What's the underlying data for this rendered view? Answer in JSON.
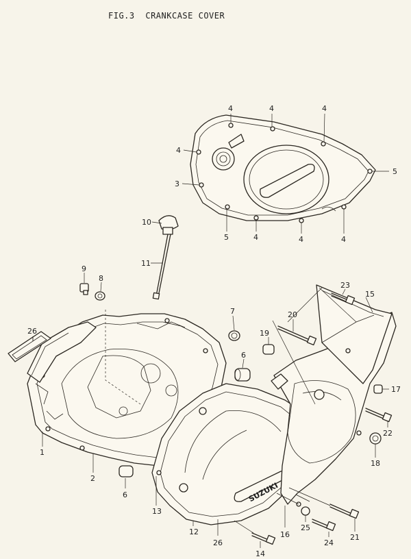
{
  "title": {
    "figure": "FIG.3",
    "name": "CRANKCASE COVER"
  },
  "callouts": {
    "c4a": "4",
    "c4b": "4",
    "c4c": "4",
    "c4d": "4",
    "c4e": "4",
    "c4f": "4",
    "c4g": "4",
    "c5a": "5",
    "c5b": "5",
    "c3": "3",
    "c10": "10",
    "c11": "11",
    "c9": "9",
    "c8": "8",
    "c7": "7",
    "c6a": "6",
    "c6b": "6",
    "c26a": "26",
    "c26b": "26",
    "c1": "1",
    "c2": "2",
    "c13": "13",
    "c12": "12",
    "c14": "14",
    "c16": "16",
    "c25": "25",
    "c24": "24",
    "c21": "21",
    "c18": "18",
    "c22": "22",
    "c17": "17",
    "c15": "15",
    "c23": "23",
    "c20": "20",
    "c19": "19"
  },
  "logo_text": "SUZUKI"
}
